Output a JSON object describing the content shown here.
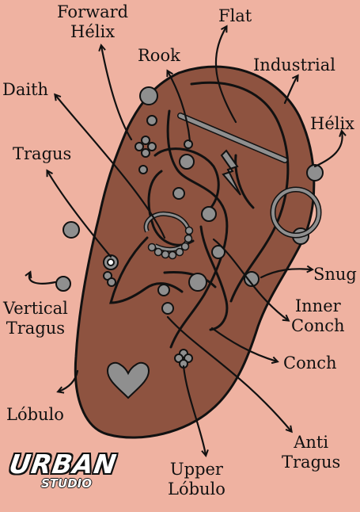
{
  "diagram": {
    "labels": {
      "forward_helix": [
        "Forward",
        "Hélix"
      ],
      "flat": [
        "Flat"
      ],
      "rook": [
        "Rook"
      ],
      "industrial": [
        "Industrial"
      ],
      "daith": [
        "Daith"
      ],
      "helix": [
        "Hélix"
      ],
      "tragus": [
        "Tragus"
      ],
      "snug": [
        "Snug"
      ],
      "vertical_tragus": [
        "Vertical",
        "Tragus"
      ],
      "inner_conch": [
        "Inner",
        "Conch"
      ],
      "conch": [
        "Conch"
      ],
      "lobulo": [
        "Lóbulo"
      ],
      "anti_tragus": [
        "Anti",
        "Tragus"
      ],
      "upper_lobulo": [
        "Upper",
        "Lóbulo"
      ]
    }
  },
  "logo": {
    "main": "URBAN",
    "sub": "STUDIO"
  },
  "colors": {
    "background": "#efb2a1",
    "ear": "#8e5340",
    "jewelry": "#8f8f8f",
    "outline": "#111111"
  }
}
